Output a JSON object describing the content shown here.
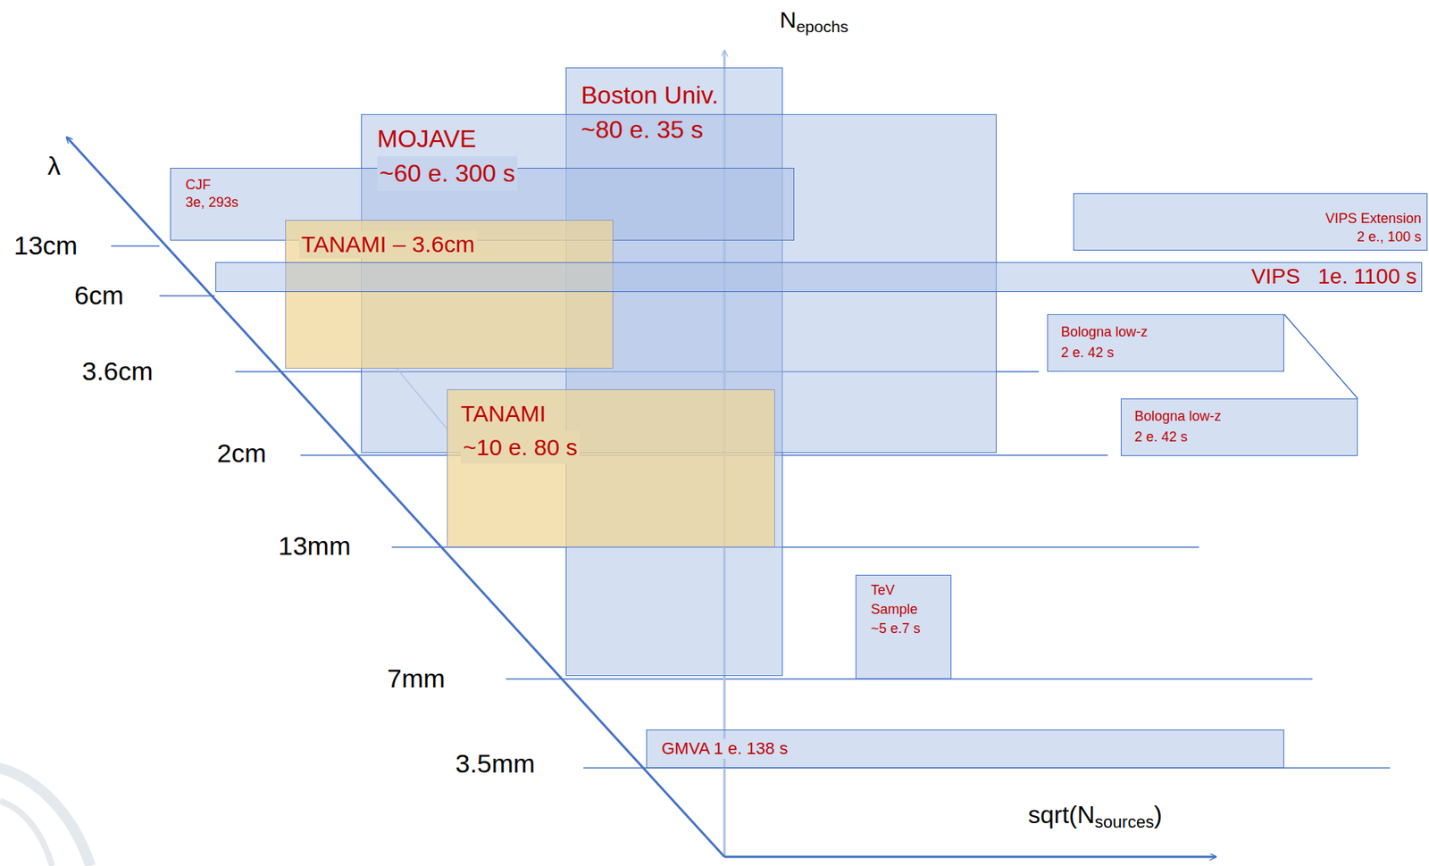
{
  "diagram": {
    "nodes": [
      {
        "text": [
          "Boston Univ.",
          "~80 e. 35 s"
        ]
      },
      {
        "text": [
          "MOJAVE",
          "~60 e. 300 s"
        ]
      },
      {
        "text": [
          "CJF",
          "3e, 293s"
        ]
      },
      {
        "text": [
          "VIPS Extension",
          "2 e., 100 s"
        ]
      },
      {
        "text": [
          "TANAMI – 3.6cm"
        ]
      },
      {
        "text": [
          "VIPS   1e. 1100 s"
        ]
      },
      {
        "text": [
          "Bologna low-z",
          "2 e. 42 s"
        ]
      },
      {
        "text": [
          "TANAMI",
          "~10 e. 80 s"
        ]
      },
      {
        "text": [
          "Bologna low-z",
          "2 e. 42 s"
        ]
      },
      {
        "text": [
          "TeV Sample",
          "~5 e.7 s"
        ]
      },
      {
        "text": [
          "GMVA 1 e. 138 s"
        ]
      }
    ],
    "edges": [
      {
        "from": 4,
        "to": 7,
        "arrow": "none"
      },
      {
        "from": 6,
        "to": 8,
        "arrow": "none"
      }
    ],
    "labels": [
      "λ",
      "13cm",
      "6cm",
      "3.6cm",
      "2cm",
      "13mm",
      "7mm",
      "3.5mm",
      "N",
      "epochs",
      "sqrt(N",
      "sources",
      ")"
    ]
  }
}
